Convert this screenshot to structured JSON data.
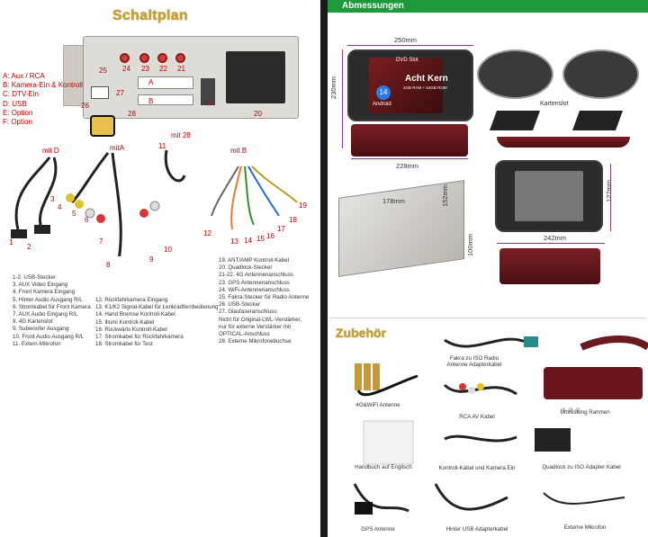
{
  "left": {
    "title": "Schaltplan",
    "legend": [
      "A: Aux / RCA",
      "B: Kamera-Ein & Kontroll",
      "C: DTV-Ein",
      "D: USB",
      "E: Option",
      "F: Option"
    ],
    "port_labels": [
      "24",
      "23",
      "22",
      "21",
      "25",
      "27",
      "26",
      "28",
      "20",
      "A",
      "B",
      "C"
    ],
    "mit_labels": [
      "mit D",
      "mitA",
      "mit 28",
      "mit B"
    ],
    "cable_numbers": [
      "11",
      "3",
      "4",
      "5",
      "6",
      "7",
      "8",
      "9",
      "10",
      "1",
      "2",
      "19",
      "18",
      "17",
      "16",
      "15",
      "14",
      "13",
      "12"
    ],
    "parts_col1": [
      "1-2. USB-Stecker",
      "3. AUX Video Eingang",
      "4. Front Kamera Eingang",
      "5. Hinter Audio Ausgang R/L",
      "6. Stromkabel für Front Kamera",
      "7. AUX Audio Eingang R/L",
      "8. 4G Kartenslot",
      "9. Subwoofer Ausgang",
      "10. Front Audio Ausgang R/L",
      "11. Extern-Mikrofon"
    ],
    "parts_col2": [
      "12. Rückfahrkamera Eingang",
      "13. K1/K2 Signal-Kabel für Lenkradfernbedienung",
      "14. Hand Bremse Kontroll-Kabel",
      "15. Illumi Kontroll-Kabel",
      "16. Rückwärts Kontroll-Kabel",
      "17. Stromkabel für Rückfahrkamera",
      "18. Stromkabel für Test"
    ],
    "parts_col3": [
      "19. ANT/AMP Kontroll-Kabel",
      "20. Quadlock-Stecker",
      "21-22. 4G Antennenanschluss",
      "23. GPS Antennenanschluss",
      "24. WiFi-Antennenanschluss",
      "25. Fakra-Stecker für Radio Antenne",
      "26. USB-Stecker",
      "27. Glasfaseranschluss:",
      "Nicht für Original-LWL-Verstärker,",
      "nur für externe Verstärker mit",
      "OPTICAL-Anschluss",
      "28. Externe Mikrofonebuchse"
    ]
  },
  "right": {
    "header": "Abmessungen",
    "dims": {
      "w_top": "250mm",
      "h_left": "230mm",
      "w_bottom": "228mm",
      "depth_a": "178mm",
      "depth_b": "152mm",
      "h_box": "100mm",
      "h_front": "122mm",
      "w_front": "242mm"
    },
    "screen": {
      "brand": "DVD Slot",
      "title": "Acht Kern",
      "spec": "4GB RAM + 64GB ROM",
      "badge": "14",
      "os": "Android"
    },
    "kartenslot": "Kartenslot",
    "accessories_title": "Zubehör",
    "accessories": [
      "Fakra zu ISO Radio",
      "Antenne Adapterkabel",
      "4G&WiFi Antenne",
      "RCA AV Kabel",
      "Umrüstung Rahmen",
      "Handbuch auf Englisch",
      "Kontroll-Kabel und Kamera Ein",
      "Quadlock zu ISO Adapter Kabel",
      "GPS Antenne",
      "Hinter USB Adapterkabel",
      "Externe Mikrofon"
    ]
  }
}
